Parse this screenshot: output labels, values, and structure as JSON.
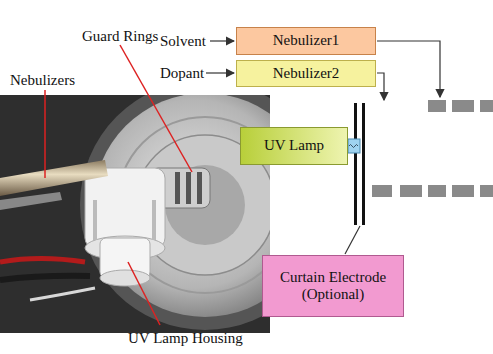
{
  "diagram": {
    "nodes": [
      {
        "text": [
          "Nebulizer1"
        ]
      },
      {
        "text": [
          "Nebulizer2"
        ]
      },
      {
        "text": [
          "UV Lamp"
        ]
      },
      {
        "text": [
          "Curtain Electrode (Optional)"
        ]
      }
    ],
    "labels": [
      "Solvent",
      "Dopant",
      "Guard Rings",
      "Nebulizers",
      "UV Lamp Housing"
    ]
  }
}
